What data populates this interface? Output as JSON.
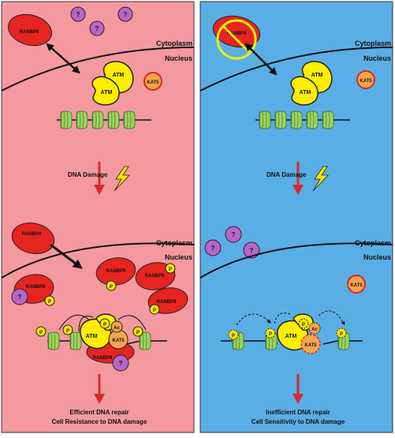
{
  "labels": {
    "cytoplasm": "Cytoplasm",
    "nucleus": "Nucleus",
    "dna_damage": "DNA Damage",
    "ranbp9": "RANBP9",
    "atm": "ATM",
    "kat5": "KAT5",
    "unknown": "?",
    "phospho": "P",
    "acetyl": "Ac"
  },
  "left_panel": {
    "outcome_line1": "Efficient DNA repair",
    "outcome_line2": "Cell Resistance to DNA damage"
  },
  "right_panel": {
    "outcome_line1": "Inefficient DNA repair",
    "outcome_line2": "Cell Sensitivity to DNA damage"
  },
  "colors": {
    "left_bg": "#f4999f",
    "right_bg": "#5aaee6",
    "ranbp9": "#e62420",
    "atm": "#ffee00",
    "kat5": "#f7a54b",
    "unknown": "#b865c7",
    "nucleosome": "#9bd45a",
    "phospho": "#ffe600",
    "arrow_red": "#d82a2a",
    "inhibit": "#e8f000"
  }
}
